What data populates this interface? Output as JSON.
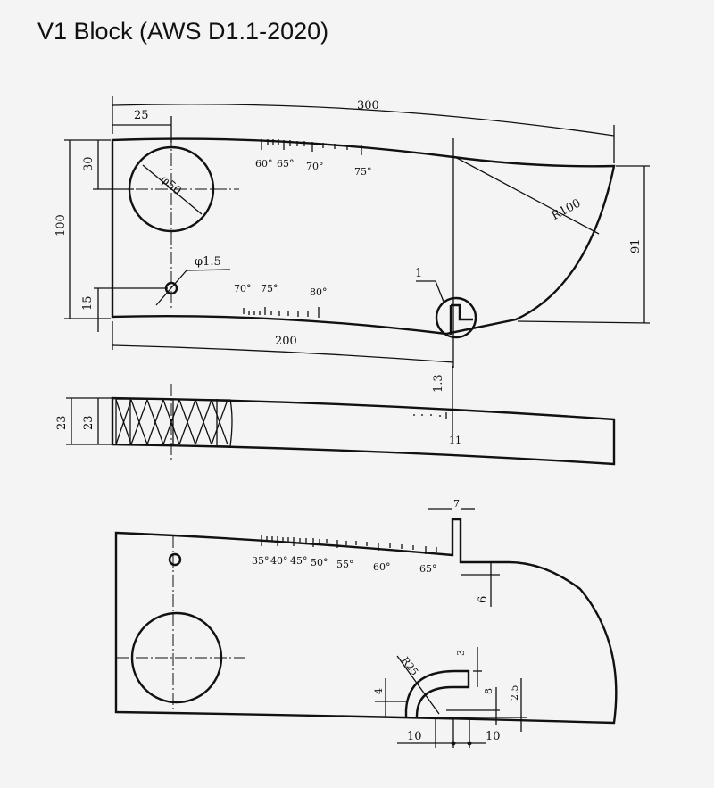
{
  "title": "V1 Block (AWS D1.1-2020)",
  "top_view": {
    "dims": {
      "overall_length": "300",
      "hole_offset": "25",
      "hole_top": "30",
      "height": "100",
      "small_hole_bottom": "15",
      "base_length": "200",
      "radius": "R100",
      "right_height": "91",
      "hole_dia": "φ50",
      "small_hole": "φ1.5",
      "marker": "1"
    },
    "upper_scale": [
      "60°",
      "65°",
      "70°",
      "75°"
    ],
    "lower_scale": [
      "70°",
      "75°",
      "80°"
    ]
  },
  "side_view": {
    "dims": {
      "outer_thickness": "23",
      "inner_thickness": "23",
      "slot_depth": "1.3",
      "slot_width": "11"
    }
  },
  "bottom_view": {
    "scale": [
      "35°",
      "40°",
      "45°",
      "50°",
      "55°",
      "60°",
      "65°"
    ],
    "dims": {
      "notch_width": "7",
      "notch_depth": "6",
      "radius": "R25",
      "r3": "3",
      "r4": "4",
      "r8": "8",
      "r2_5": "2.5",
      "left_10": "10",
      "right_10": "10"
    }
  }
}
